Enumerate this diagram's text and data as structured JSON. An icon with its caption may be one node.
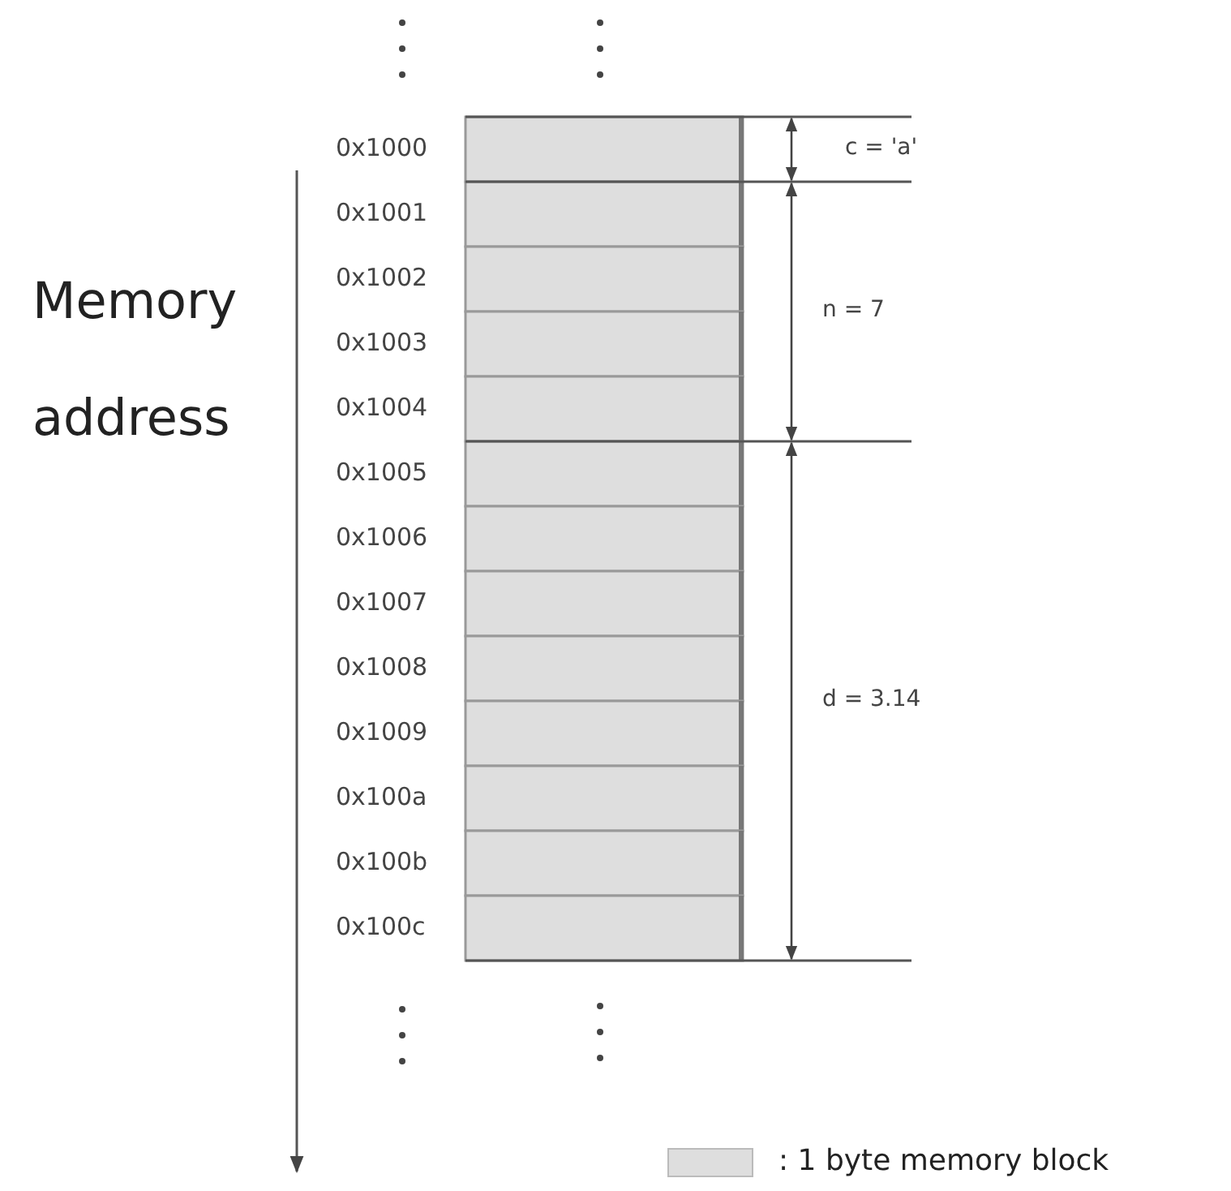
{
  "diagram": {
    "labels": [
      "Memory address",
      "0x1000",
      "0x1001",
      "0x1002",
      "0x1003",
      "0x1004",
      "0x1005",
      "0x1006",
      "0x1007",
      "0x1008",
      "0x1009",
      "0x100a",
      "0x100b",
      "0x100c",
      "c = 'a'",
      "n = 7",
      "d = 3.14"
    ],
    "legend": [
      {
        "text": ": 1 byte memory block",
        "color": "#dedede"
      }
    ]
  }
}
